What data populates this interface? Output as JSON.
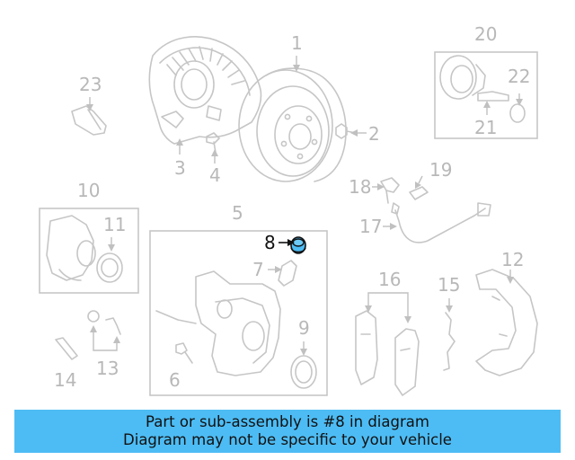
{
  "diagram": {
    "highlight_part": "8",
    "labels": {
      "p1": "1",
      "p2": "2",
      "p3": "3",
      "p4": "4",
      "p5": "5",
      "p6": "6",
      "p7": "7",
      "p8": "8",
      "p9": "9",
      "p10": "10",
      "p11": "11",
      "p12": "12",
      "p13": "13",
      "p14": "14",
      "p15": "15",
      "p16": "16",
      "p17": "17",
      "p18": "18",
      "p19": "19",
      "p20": "20",
      "p21": "21",
      "p22": "22",
      "p23": "23"
    },
    "colors": {
      "line": "#c6c6c6",
      "label": "#b8b8b8",
      "highlight_label": "#111111",
      "highlight_part": "#4dbcf4",
      "caption_bg": "#4dbcf4"
    }
  },
  "caption": {
    "line1": "Part or sub-assembly is #8 in diagram",
    "line2": "Diagram may not be specific to your vehicle"
  }
}
